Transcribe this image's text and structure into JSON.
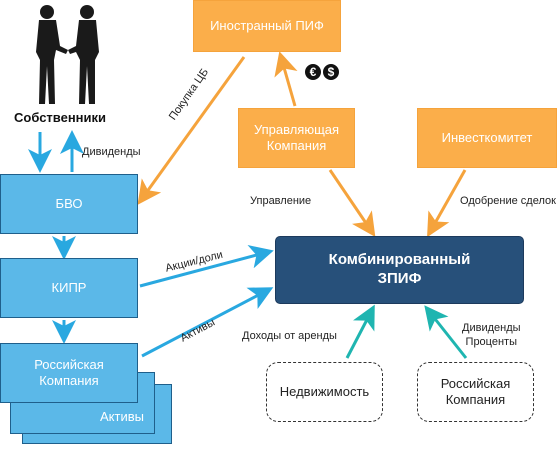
{
  "nodes": {
    "foreign_fund": "Иностранный ПИФ",
    "management_company": "Управляющая\nКомпания",
    "investment_committee": "Инвесткомитет",
    "owners": "Собственники",
    "bvo": "БВО",
    "kipr": "КИПР",
    "russian_company_left": "Российская\nКомпания",
    "assets_stack": "Активы",
    "combined_fund": "Комбинированный\nЗПИФ",
    "real_estate": "Недвижимость",
    "russian_company_right": "Российская\nКомпания"
  },
  "edge_labels": {
    "dividends": "Дивиденды",
    "cb_purchase": "Покупка ЦБ",
    "management": "Управление",
    "deal_approval": "Одобрение сделок",
    "shares": "Акции/доли",
    "assets": "Активы",
    "rent_income": "Доходы от аренды",
    "dividends_interest": "Дивиденды\nПроценты"
  },
  "currency_icons": [
    "€",
    "$"
  ],
  "colors": {
    "orange": "#FBAE4A",
    "light_blue": "#5BB8E8",
    "navy": "#27507A",
    "orange_arrow": "#F5A33C",
    "blue_arrow": "#29A8E0",
    "teal_arrow": "#1FB5B0"
  }
}
